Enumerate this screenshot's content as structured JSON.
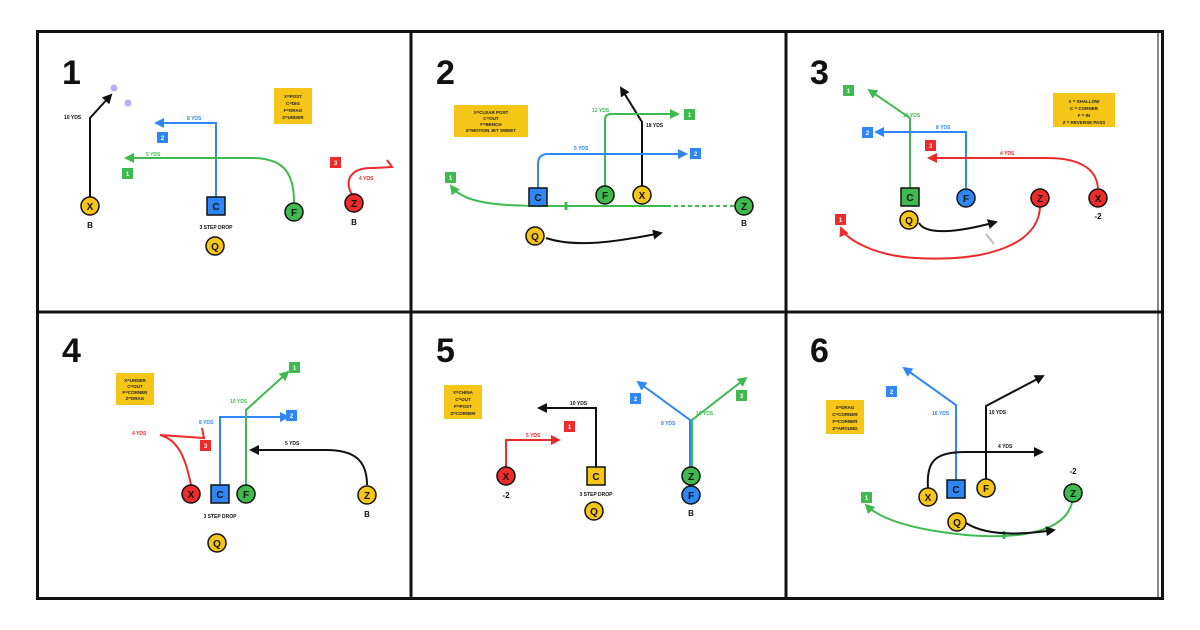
{
  "colors": {
    "black": "#111111",
    "blue": "#2f86f6",
    "green": "#3fba4f",
    "red": "#ee2b2b",
    "yellow": "#f5c518",
    "purple": "#9a8cf7"
  },
  "plays": [
    {
      "number": "1",
      "key": [
        "X=POST",
        "C=DIG",
        "F=DRAG",
        "Z=UNDER"
      ],
      "route_labels": [
        "10 YDS",
        "8 YDS",
        "5 YDS",
        "4 YDS"
      ],
      "route_tags": [
        "2",
        "1",
        "3"
      ],
      "players": [
        "X",
        "C",
        "F",
        "Z",
        "Q"
      ],
      "subtexts": [
        "B",
        "B",
        "3 STEP DROP"
      ]
    },
    {
      "number": "2",
      "key": [
        "X=CLEAR POST",
        "C=OUT",
        "F=BENCH",
        "Z=MOTION JET SWEET"
      ],
      "route_labels": [
        "12 YDS",
        "18 YDS",
        "5 YDS"
      ],
      "route_tags": [
        "1",
        "2",
        "1"
      ],
      "players": [
        "C",
        "F",
        "X",
        "Z",
        "Q"
      ],
      "subtexts": [
        "B"
      ]
    },
    {
      "number": "3",
      "key": [
        "X = SHALLOW",
        "C = CORNER",
        "F = IN",
        "Z = REVERSE PASS"
      ],
      "route_labels": [
        "10 YDS",
        "8 YDS",
        "4 YDS"
      ],
      "route_tags": [
        "1",
        "2",
        "3",
        "1"
      ],
      "players": [
        "C",
        "F",
        "Z",
        "X",
        "Q"
      ],
      "subtexts": [
        "-2"
      ]
    },
    {
      "number": "4",
      "key": [
        "X=UNDER",
        "C=OUT",
        "F=CORNER",
        "Z=DRAG"
      ],
      "route_labels": [
        "4 YDS",
        "8 YDS",
        "10 YDS",
        "5 YDS"
      ],
      "route_tags": [
        "1",
        "2",
        "3"
      ],
      "players": [
        "X",
        "C",
        "F",
        "Z",
        "Q"
      ],
      "subtexts": [
        "B",
        "3 STEP DROP"
      ]
    },
    {
      "number": "5",
      "key": [
        "X=CHINA",
        "C=OUT",
        "F=POST",
        "Z=CORNER"
      ],
      "route_labels": [
        "10 YDS",
        "5 YDS",
        "8 YDS",
        "10 YDS"
      ],
      "route_tags": [
        "1",
        "2",
        "3"
      ],
      "players": [
        "X",
        "C",
        "Z",
        "F",
        "Q"
      ],
      "subtexts": [
        "-2",
        "3 STEP DROP",
        "B"
      ]
    },
    {
      "number": "6",
      "key": [
        "X=DRAG",
        "C=CORNER",
        "F=CORNER",
        "Z=AROUND"
      ],
      "route_labels": [
        "16 YDS",
        "10 YDS",
        "4 YDS"
      ],
      "route_tags": [
        "2",
        "1"
      ],
      "players": [
        "X",
        "C",
        "F",
        "Z",
        "Q"
      ],
      "subtexts": [
        "-2"
      ]
    }
  ]
}
